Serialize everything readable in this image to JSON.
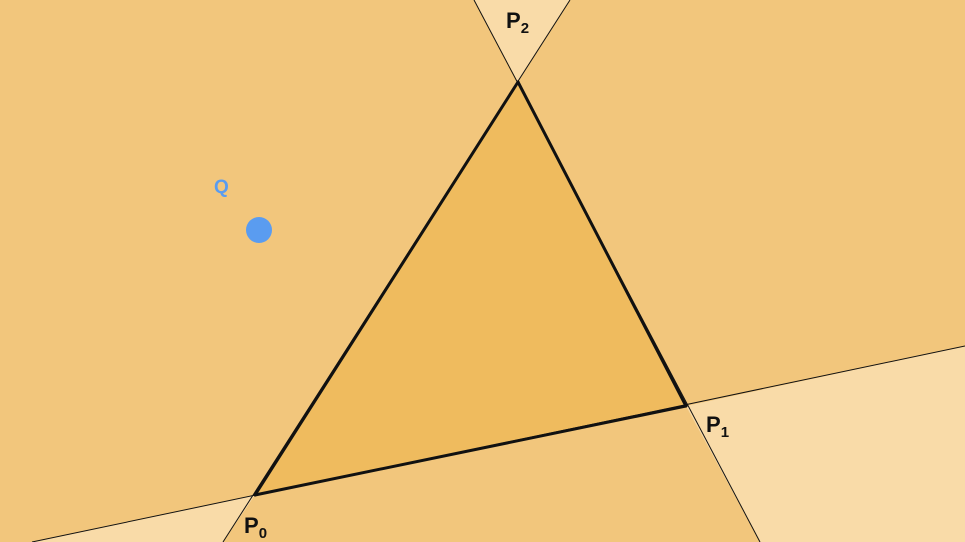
{
  "colors": {
    "region_two_edges": "#f2c67c",
    "region_one_edge": "#f9dba8",
    "triangle_fill": "#efbb5e",
    "edge_stroke": "#111111",
    "query_point": "#5a9cf0"
  },
  "points": {
    "p0": {
      "letter": "P",
      "index": "0"
    },
    "p1": {
      "letter": "P",
      "index": "1"
    },
    "p2": {
      "letter": "P",
      "index": "2"
    },
    "q": {
      "letter": "Q"
    }
  }
}
